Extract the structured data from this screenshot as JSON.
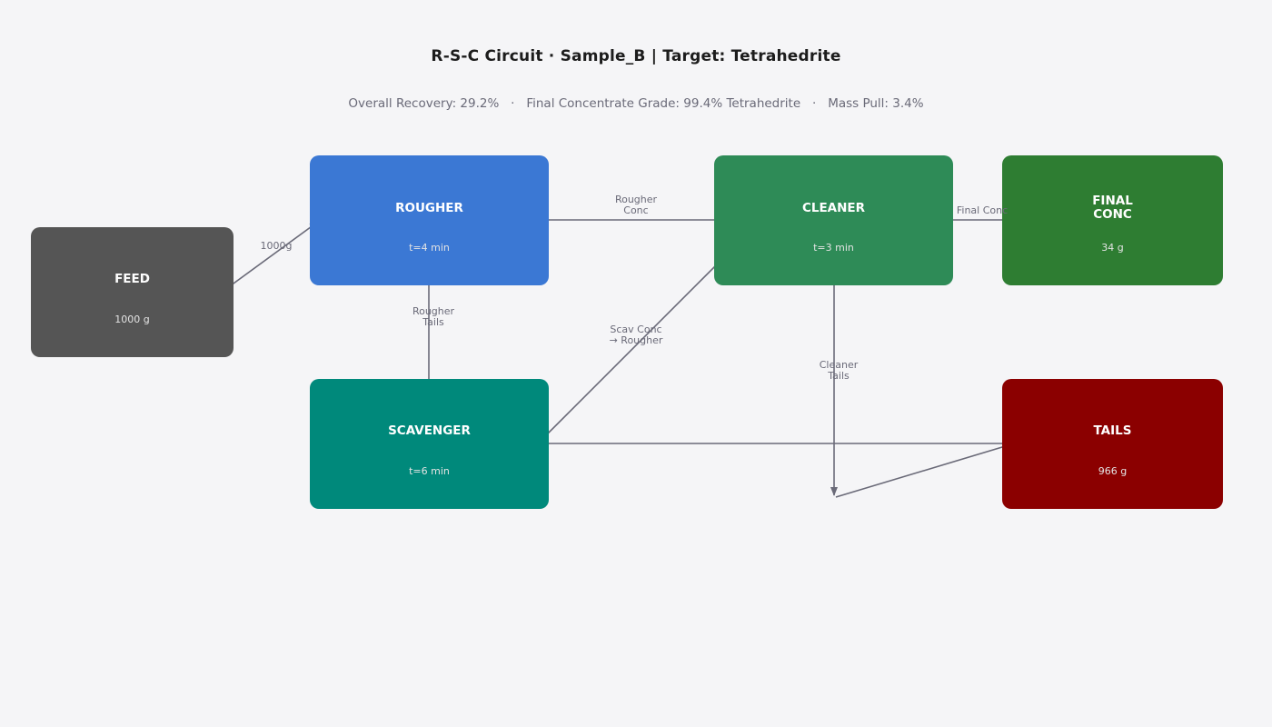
{
  "title": "R-S-C Circuit  ·  Sample_B  |  Target: Tetrahedrite",
  "subtitle": "Overall Recovery: 29.2%   ·   Final Concentrate Grade: 99.4% Tetrahedrite   ·   Mass Pull: 3.4%",
  "nodes": {
    "feed": {
      "name": "FEED",
      "sub": "1000 g",
      "color": "#555555"
    },
    "rougher": {
      "name": "ROUGHER",
      "sub": "t=4 min",
      "color": "#3b78d4"
    },
    "cleaner": {
      "name": "CLEANER",
      "sub": "t=3 min",
      "color": "#2e8b57"
    },
    "final": {
      "name": "FINAL\nCONC",
      "sub": "34 g",
      "color": "#2e7d32"
    },
    "scavenger": {
      "name": "SCAVENGER",
      "sub": "t=6 min",
      "color": "#00897b"
    },
    "tails": {
      "name": "TAILS",
      "sub": "966 g",
      "color": "#8b0000"
    }
  },
  "flows": {
    "feed_to_rougher": "1000g",
    "rougher_conc": "Rougher\nConc",
    "final_conc": "Final Conc",
    "rougher_tails": "Rougher\nTails",
    "scav_conc": "Scav Conc\n→ Rougher",
    "cleaner_tails": "Cleaner\nTails"
  },
  "colors": {
    "arrow": "#6a6a78",
    "background": "#f5f5f7"
  }
}
